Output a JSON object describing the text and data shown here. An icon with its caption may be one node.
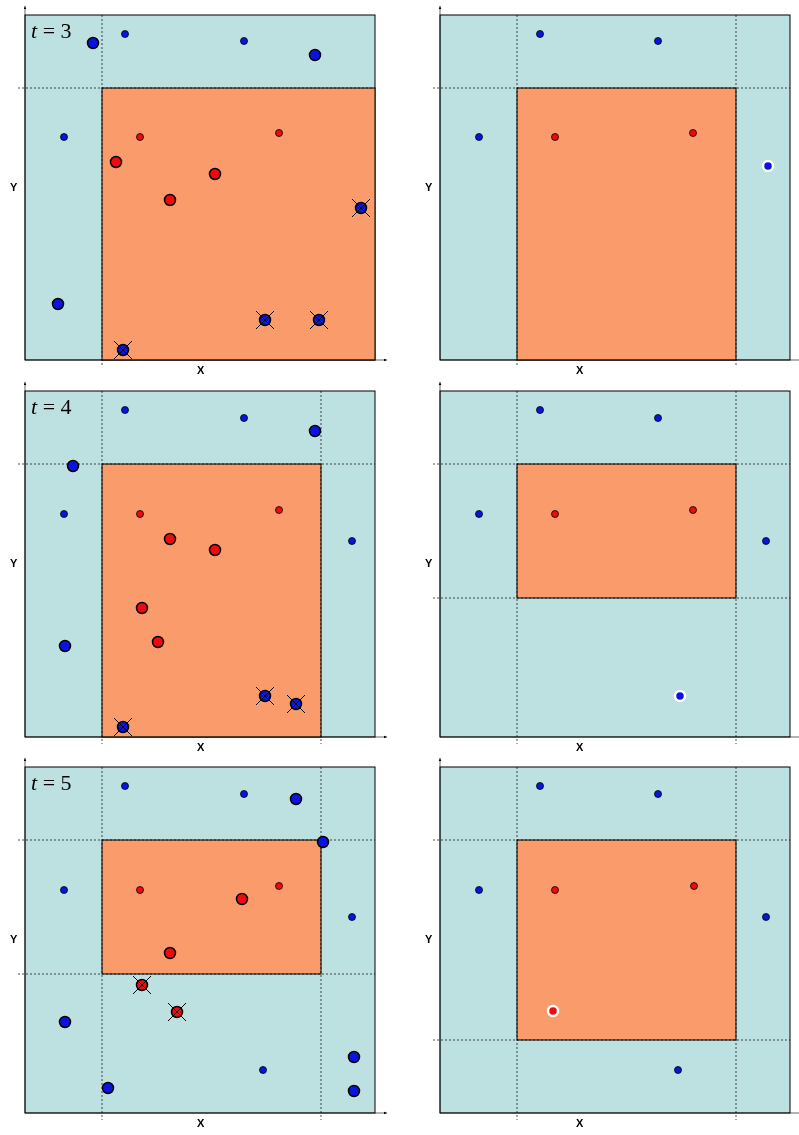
{
  "diagram": {
    "labels": [
      "*t* = 3",
      "Y",
      "X",
      "Y",
      "X",
      "*t* = 4",
      "Y",
      "X",
      "Y",
      "X",
      "*t* = 5",
      "Y",
      "X",
      "Y",
      "X"
    ]
  }
}
